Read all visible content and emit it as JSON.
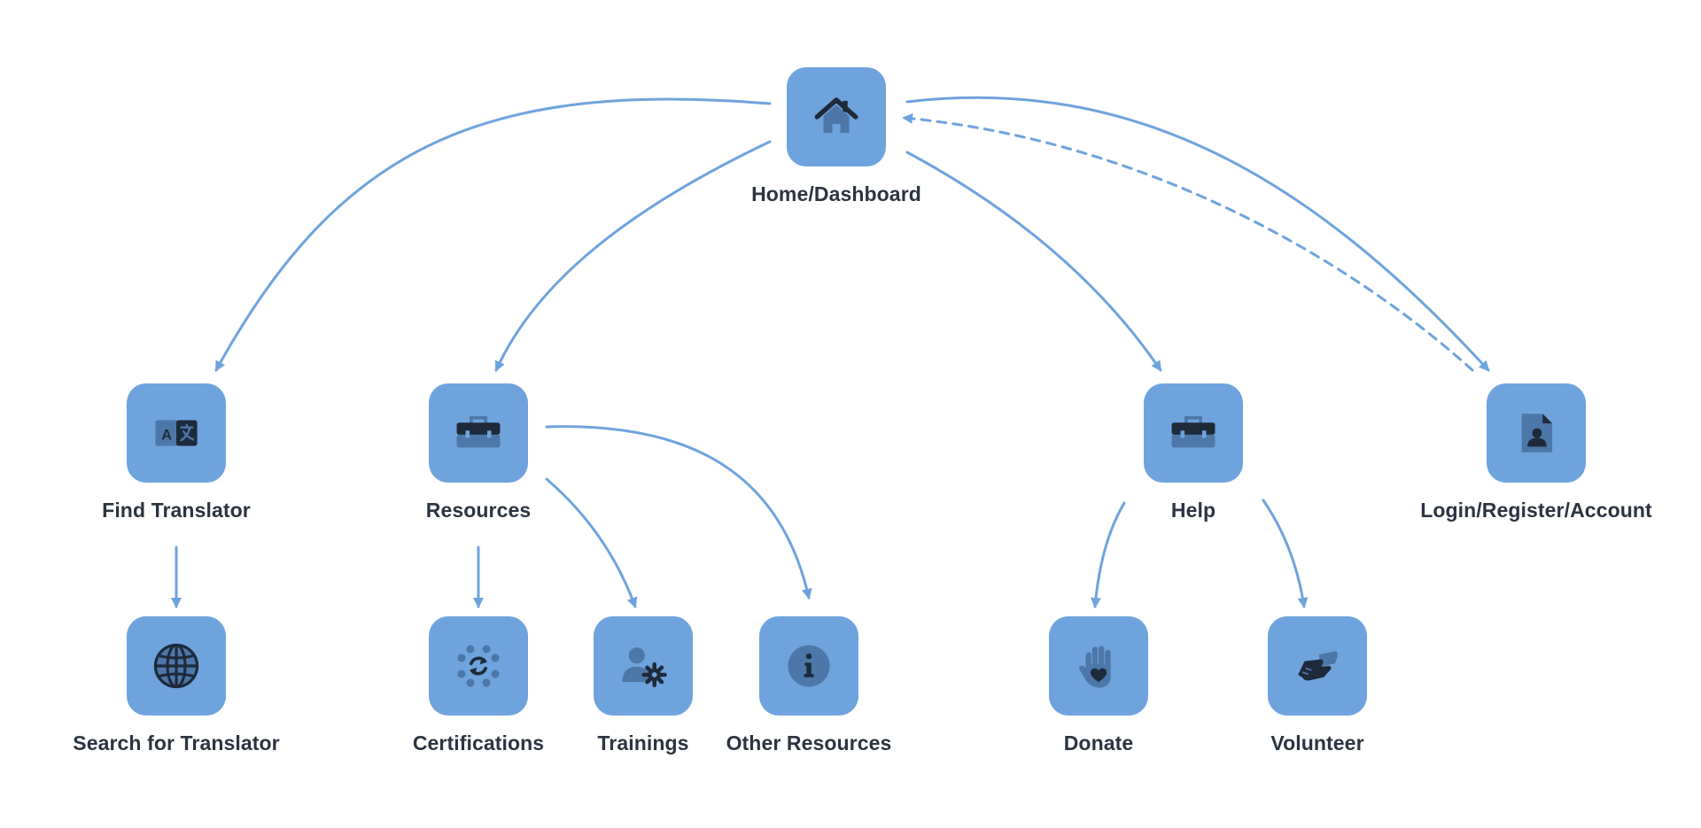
{
  "colors": {
    "tile": "#6fa3dd",
    "edge": "#6fa3dd",
    "icon_dark": "#1e2a3a",
    "icon_mid": "#4d77a8",
    "label": "#2b3440"
  },
  "nodes": {
    "home": {
      "label": "Home/Dashboard",
      "icon": "house-icon"
    },
    "find_translator": {
      "label": "Find Translator",
      "icon": "translate-icon"
    },
    "resources": {
      "label": "Resources",
      "icon": "toolbox-icon"
    },
    "help": {
      "label": "Help",
      "icon": "toolbox-icon"
    },
    "account": {
      "label": "Login/Register/Account",
      "icon": "contact-card-icon"
    },
    "search_translator": {
      "label": "Search for Translator",
      "icon": "globe-icon"
    },
    "certifications": {
      "label": "Certifications",
      "icon": "certificate-icon"
    },
    "trainings": {
      "label": "Trainings",
      "icon": "user-gear-icon"
    },
    "other_resources": {
      "label": "Other Resources",
      "icon": "info-icon"
    },
    "donate": {
      "label": "Donate",
      "icon": "hand-heart-icon"
    },
    "volunteer": {
      "label": "Volunteer",
      "icon": "handshake-icon"
    }
  },
  "edges": [
    {
      "from": "home",
      "to": "find_translator",
      "style": "solid"
    },
    {
      "from": "home",
      "to": "resources",
      "style": "solid"
    },
    {
      "from": "home",
      "to": "help",
      "style": "solid"
    },
    {
      "from": "home",
      "to": "account",
      "style": "solid"
    },
    {
      "from": "account",
      "to": "home",
      "style": "dashed"
    },
    {
      "from": "find_translator",
      "to": "search_translator",
      "style": "solid"
    },
    {
      "from": "resources",
      "to": "certifications",
      "style": "solid"
    },
    {
      "from": "resources",
      "to": "trainings",
      "style": "solid"
    },
    {
      "from": "resources",
      "to": "other_resources",
      "style": "solid"
    },
    {
      "from": "help",
      "to": "donate",
      "style": "solid"
    },
    {
      "from": "help",
      "to": "volunteer",
      "style": "solid"
    }
  ]
}
